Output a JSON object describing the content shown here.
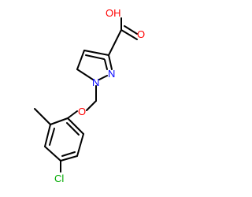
{
  "molecule": {
    "atoms": {
      "hydroxyl": "OH",
      "carbonyl_oxygen": "O",
      "ring_nitrogen_1": "N",
      "ring_nitrogen_2": "N",
      "ether_oxygen": "O",
      "chlorine": "Cl"
    }
  },
  "colors": {
    "oxygen": "#ff0000",
    "nitrogen": "#0000ff",
    "chlorine": "#00aa00",
    "bond": "#000000"
  }
}
